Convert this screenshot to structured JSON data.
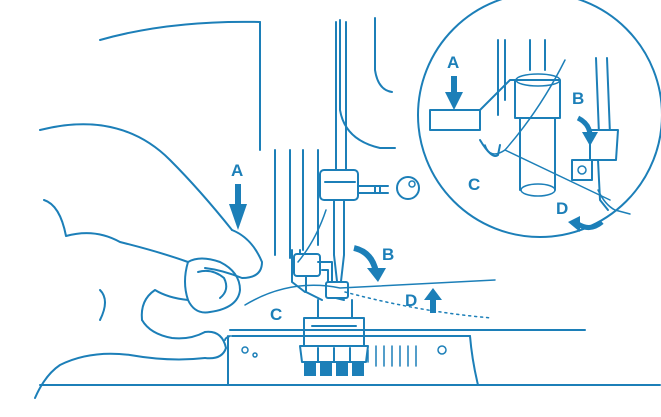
{
  "colors": {
    "line": "#1C7FB8",
    "arrow": "#1C7FB8",
    "label": "#1C7FB8",
    "background": "#ffffff"
  },
  "main_view": {
    "labels": {
      "a": "A",
      "b": "B",
      "c": "C",
      "d": "D"
    }
  },
  "inset_view": {
    "labels": {
      "a": "A",
      "b": "B",
      "c": "C",
      "d": "D"
    }
  }
}
